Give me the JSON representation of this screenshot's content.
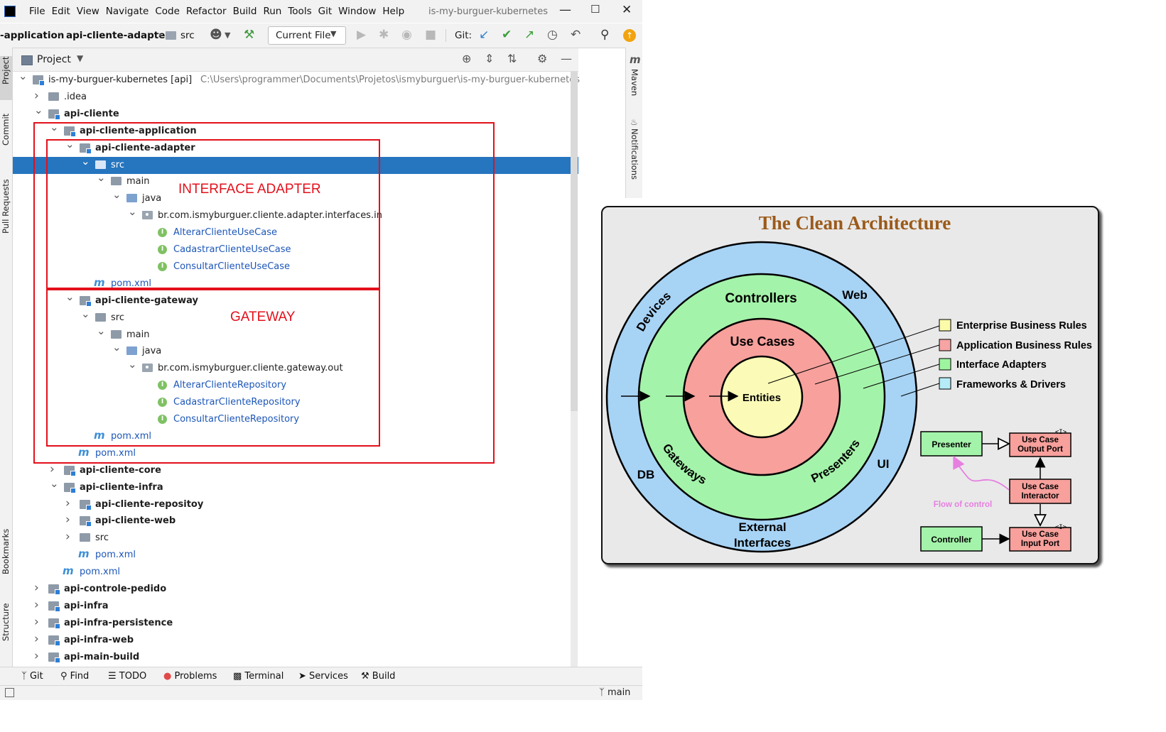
{
  "menu": {
    "items": [
      "File",
      "Edit",
      "View",
      "Navigate",
      "Code",
      "Refactor",
      "Build",
      "Run",
      "Tools",
      "Git",
      "Window",
      "Help"
    ],
    "window_title": "is-my-burguer-kubernetes"
  },
  "toolbar": {
    "crumb_1": "-application",
    "crumb_2": "api-cliente-adapter",
    "crumb_3": "src",
    "run_config": "Current File",
    "git_label": "Git:"
  },
  "side_tools": {
    "left": [
      "Project",
      "Commit",
      "Pull Requests",
      "Bookmarks",
      "Structure"
    ],
    "right": [
      "Maven",
      "Notifications"
    ]
  },
  "project_panel": {
    "title": "Project"
  },
  "tree": [
    {
      "indent": 0,
      "chev": "v",
      "icon": "module",
      "text": "is-my-burguer-kubernetes [api]",
      "bold": false,
      "path": "C:\\Users\\programmer\\Documents\\Projetos\\ismyburguer\\is-my-burguer-kubernetes"
    },
    {
      "indent": 1,
      "chev": ">",
      "icon": "folder",
      "text": ".idea",
      "bold": false
    },
    {
      "indent": 1,
      "chev": "v",
      "icon": "module",
      "text": "api-cliente",
      "bold": true
    },
    {
      "indent": 2,
      "chev": "v",
      "icon": "module",
      "text": "api-cliente-application",
      "bold": true
    },
    {
      "indent": 3,
      "chev": "v",
      "icon": "module",
      "text": "api-cliente-adapter",
      "bold": true
    },
    {
      "indent": 4,
      "chev": "v",
      "icon": "selfolder",
      "text": "src",
      "bold": false,
      "selected": true
    },
    {
      "indent": 5,
      "chev": "v",
      "icon": "folder",
      "text": "main",
      "bold": false
    },
    {
      "indent": 6,
      "chev": "v",
      "icon": "srcfolder",
      "text": "java",
      "bold": false
    },
    {
      "indent": 7,
      "chev": "v",
      "icon": "package",
      "text": "br.com.ismyburguer.cliente.adapter.interfaces.in",
      "bold": false
    },
    {
      "indent": 8,
      "chev": "",
      "icon": "interface",
      "text": "AlterarClienteUseCase",
      "blue": true
    },
    {
      "indent": 8,
      "chev": "",
      "icon": "interface",
      "text": "CadastrarClienteUseCase",
      "blue": true
    },
    {
      "indent": 8,
      "chev": "",
      "icon": "interface",
      "text": "ConsultarClienteUseCase",
      "blue": true
    },
    {
      "indent": 4,
      "chev": "",
      "icon": "maven",
      "text": "pom.xml",
      "blue": true
    },
    {
      "indent": 3,
      "chev": "v",
      "icon": "module",
      "text": "api-cliente-gateway",
      "bold": true
    },
    {
      "indent": 4,
      "chev": "v",
      "icon": "folder",
      "text": "src",
      "bold": false
    },
    {
      "indent": 5,
      "chev": "v",
      "icon": "folder",
      "text": "main",
      "bold": false
    },
    {
      "indent": 6,
      "chev": "v",
      "icon": "srcfolder",
      "text": "java",
      "bold": false
    },
    {
      "indent": 7,
      "chev": "v",
      "icon": "package",
      "text": "br.com.ismyburguer.cliente.gateway.out",
      "bold": false
    },
    {
      "indent": 8,
      "chev": "",
      "icon": "interface",
      "text": "AlterarClienteRepository",
      "blue": true
    },
    {
      "indent": 8,
      "chev": "",
      "icon": "interface",
      "text": "CadastrarClienteRepository",
      "blue": true
    },
    {
      "indent": 8,
      "chev": "",
      "icon": "interface",
      "text": "ConsultarClienteRepository",
      "blue": true
    },
    {
      "indent": 4,
      "chev": "",
      "icon": "maven",
      "text": "pom.xml",
      "blue": true
    },
    {
      "indent": 3,
      "chev": "",
      "icon": "maven",
      "text": "pom.xml",
      "blue": true
    },
    {
      "indent": 2,
      "chev": ">",
      "icon": "module",
      "text": "api-cliente-core",
      "bold": true
    },
    {
      "indent": 2,
      "chev": "v",
      "icon": "module",
      "text": "api-cliente-infra",
      "bold": true
    },
    {
      "indent": 3,
      "chev": ">",
      "icon": "module",
      "text": "api-cliente-repositoy",
      "bold": true
    },
    {
      "indent": 3,
      "chev": ">",
      "icon": "module",
      "text": "api-cliente-web",
      "bold": true
    },
    {
      "indent": 3,
      "chev": ">",
      "icon": "folder",
      "text": "src",
      "bold": false
    },
    {
      "indent": 3,
      "chev": "",
      "icon": "maven",
      "text": "pom.xml",
      "blue": true
    },
    {
      "indent": 2,
      "chev": "",
      "icon": "maven",
      "text": "pom.xml",
      "blue": true
    },
    {
      "indent": 1,
      "chev": ">",
      "icon": "module",
      "text": "api-controle-pedido",
      "bold": true
    },
    {
      "indent": 1,
      "chev": ">",
      "icon": "module",
      "text": "api-infra",
      "bold": true
    },
    {
      "indent": 1,
      "chev": ">",
      "icon": "module",
      "text": "api-infra-persistence",
      "bold": true
    },
    {
      "indent": 1,
      "chev": ">",
      "icon": "module",
      "text": "api-infra-web",
      "bold": true
    },
    {
      "indent": 1,
      "chev": ">",
      "icon": "module",
      "text": "api-main-build",
      "bold": true
    }
  ],
  "annotations": {
    "interface_adapter": "INTERFACE ADAPTER",
    "gateway": "GATEWAY",
    "color": "#e3101b"
  },
  "bottom_tabs": [
    "Git",
    "Find",
    "TODO",
    "Problems",
    "Terminal",
    "Services",
    "Build"
  ],
  "status": {
    "branch": "main"
  },
  "diagram": {
    "title": "The Clean Architecture",
    "rings": {
      "outer": {
        "color": "#a7d3f5",
        "labels": [
          "Devices",
          "Web",
          "DB",
          "UI",
          "External",
          "Interfaces"
        ]
      },
      "green": {
        "color": "#a4f3aa",
        "labels": [
          "Controllers",
          "Gateways",
          "Presenters"
        ]
      },
      "red": {
        "color": "#f7a09c",
        "labels": [
          "Use Cases"
        ]
      },
      "core": {
        "color": "#fbfbb7",
        "labels": [
          "Entities"
        ]
      }
    },
    "legend": [
      {
        "label": "Enterprise Business Rules",
        "color": "#fbfbaa"
      },
      {
        "label": "Application Business Rules",
        "color": "#f7a4a4"
      },
      {
        "label": "Interface Adapters",
        "color": "#9ef5a0"
      },
      {
        "label": "Frameworks & Drivers",
        "color": "#b5ecf8"
      }
    ],
    "flow": {
      "presenter": "Presenter",
      "output_port": [
        "Use Case",
        "Output Port"
      ],
      "interactor": [
        "Use Case",
        "Interactor"
      ],
      "input_port": [
        "Use Case",
        "Input Port"
      ],
      "controller": "Controller",
      "flow_label": "Flow of control",
      "interface_marker": "<I>"
    }
  }
}
